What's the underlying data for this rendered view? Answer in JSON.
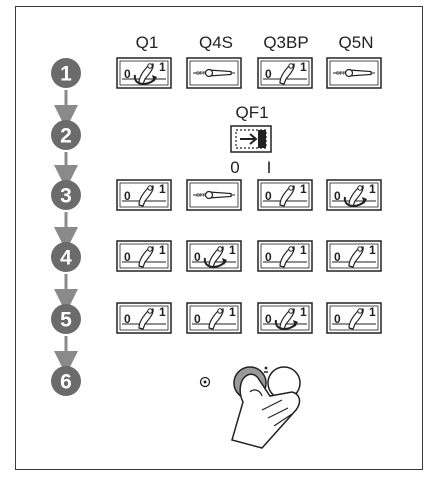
{
  "columns": [
    "Q1",
    "Q4S",
    "Q3BP",
    "Q5N"
  ],
  "breaker": {
    "name": "QF1",
    "pos_off": "0",
    "pos_on": "I"
  },
  "steps": [
    "1",
    "2",
    "3",
    "4",
    "5",
    "6"
  ],
  "switch_text": {
    "zero": "0",
    "one": "1",
    "off": "OFF"
  },
  "rows": [
    {
      "step": "1",
      "cells": [
        "rotary-rotating",
        "lever-off",
        "rotary",
        "lever-off"
      ]
    },
    {
      "step": "3",
      "cells": [
        "rotary",
        "lever-off",
        "rotary",
        "rotary-rotating"
      ]
    },
    {
      "step": "4",
      "cells": [
        "rotary",
        "rotary-rotating",
        "rotary",
        "rotary"
      ]
    },
    {
      "step": "5",
      "cells": [
        "rotary",
        "rotary",
        "rotary-rotating",
        "rotary"
      ]
    }
  ],
  "colors": {
    "step_badge": "#6b6b6b",
    "arrow": "#8a8a8a",
    "button_grey": "#9a9a9a",
    "line": "#222222"
  }
}
